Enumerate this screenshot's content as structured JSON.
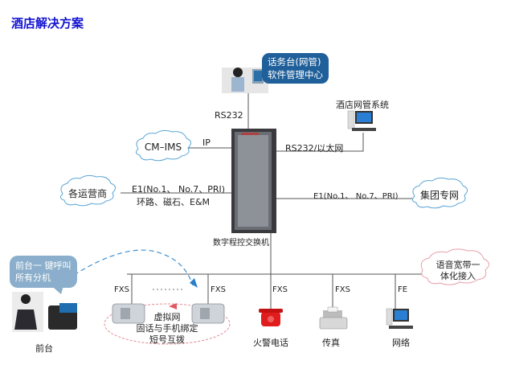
{
  "title": "酒店解决方案",
  "operator_console": {
    "bubble_line1": "话务台(网管)",
    "bubble_line2": "软件管理中心",
    "link_label": "RS232"
  },
  "hotel_nms": {
    "label": "酒店网管系统",
    "link_label": "RS232/以太网"
  },
  "cm_ims": {
    "label": "CM–IMS",
    "link_label": "IP"
  },
  "carriers": {
    "label": "各运营商",
    "link_label_line1": "E1(No.1、 No.7、PRI)",
    "link_label_line2": "环路、磁石、E&M"
  },
  "group_network": {
    "label": "集团专网",
    "link_label": "E1(No.1、 No.7、PRI)"
  },
  "pbx": {
    "label": "数字程控交换机"
  },
  "front_desk": {
    "bubble_line1": "前台一 键呼叫",
    "bubble_line2": "所有分机",
    "label": "前台"
  },
  "voice_broadband": {
    "line1": "语音宽带一",
    "line2": "体化接入"
  },
  "endpoints": [
    {
      "port": "FXS",
      "name": "extension-phone-1"
    },
    {
      "port": "FXS",
      "name": "extension-phone-2"
    },
    {
      "port": "FXS",
      "label": "火警电话",
      "name": "fire-phone"
    },
    {
      "port": "FXS",
      "label": "传真",
      "name": "fax"
    },
    {
      "port": "FE",
      "label": "网络",
      "name": "network-pc"
    }
  ],
  "virtual_network": {
    "line1": "虚拟网",
    "line2": "固话与手机绑定",
    "line3": "短号互拨"
  }
}
